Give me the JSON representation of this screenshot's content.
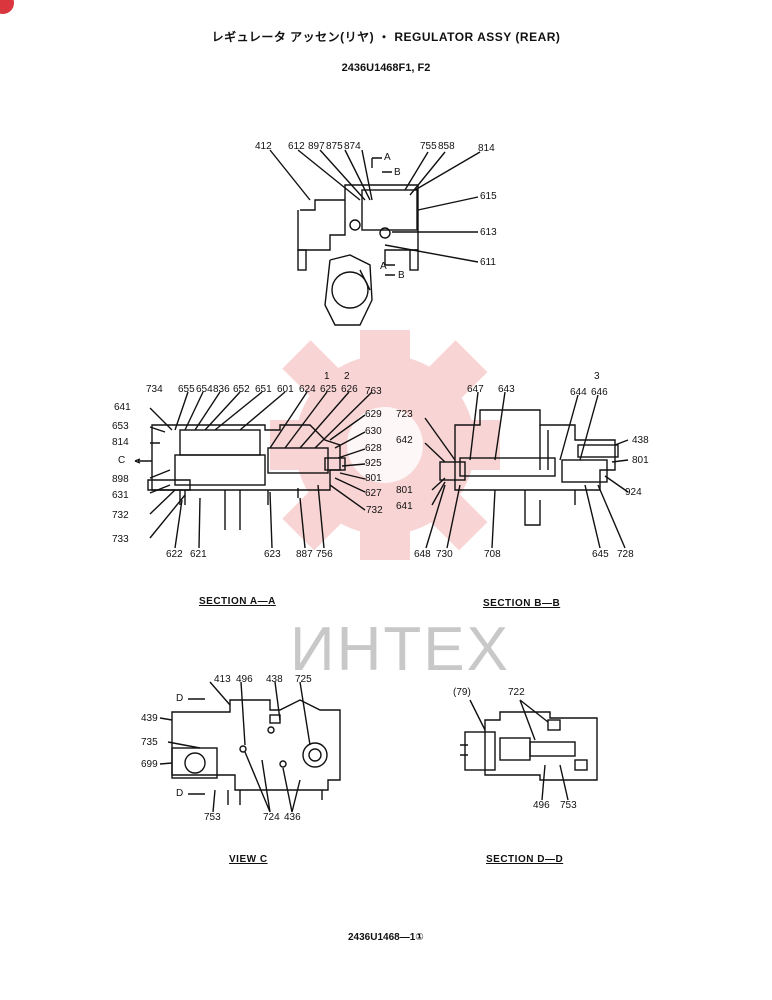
{
  "header": {
    "title": "レギュレータ アッセン(リヤ)  ・  REGULATOR ASSY (REAR)",
    "model": "2436U1468F1, F2"
  },
  "watermark": {
    "text": "ИНТЕХ",
    "color": "#f2b8b8"
  },
  "top_view": {
    "labels": [
      "412",
      "612",
      "897",
      "875",
      "874",
      "755",
      "858",
      "814",
      "615",
      "613",
      "611"
    ],
    "section_marks": [
      "A",
      "B",
      "A",
      "B"
    ]
  },
  "section_aa": {
    "caption": "SECTION A—A",
    "labels": [
      "1",
      "2",
      "734",
      "655",
      "654",
      "836",
      "652",
      "651",
      "601",
      "624",
      "625",
      "626",
      "763",
      "641",
      "629",
      "653",
      "630",
      "814",
      "628",
      "925",
      "C",
      "898",
      "801",
      "631",
      "627",
      "732",
      "732",
      "733",
      "622",
      "621",
      "623",
      "887",
      "756"
    ]
  },
  "section_bb": {
    "caption": "SECTION B—B",
    "labels": [
      "3",
      "647",
      "643",
      "644",
      "646",
      "723",
      "642",
      "438",
      "801",
      "801",
      "924",
      "641",
      "648",
      "730",
      "708",
      "645",
      "728"
    ]
  },
  "view_c": {
    "caption": "VIEW C",
    "labels": [
      "413",
      "496",
      "438",
      "725",
      "D",
      "439",
      "735",
      "699",
      "D",
      "753",
      "724",
      "436"
    ]
  },
  "section_dd": {
    "caption": "SECTION D—D",
    "labels": [
      "(79)",
      "722",
      "496",
      "753"
    ]
  },
  "footer": {
    "drawing_no": "2436U1468—1①"
  }
}
